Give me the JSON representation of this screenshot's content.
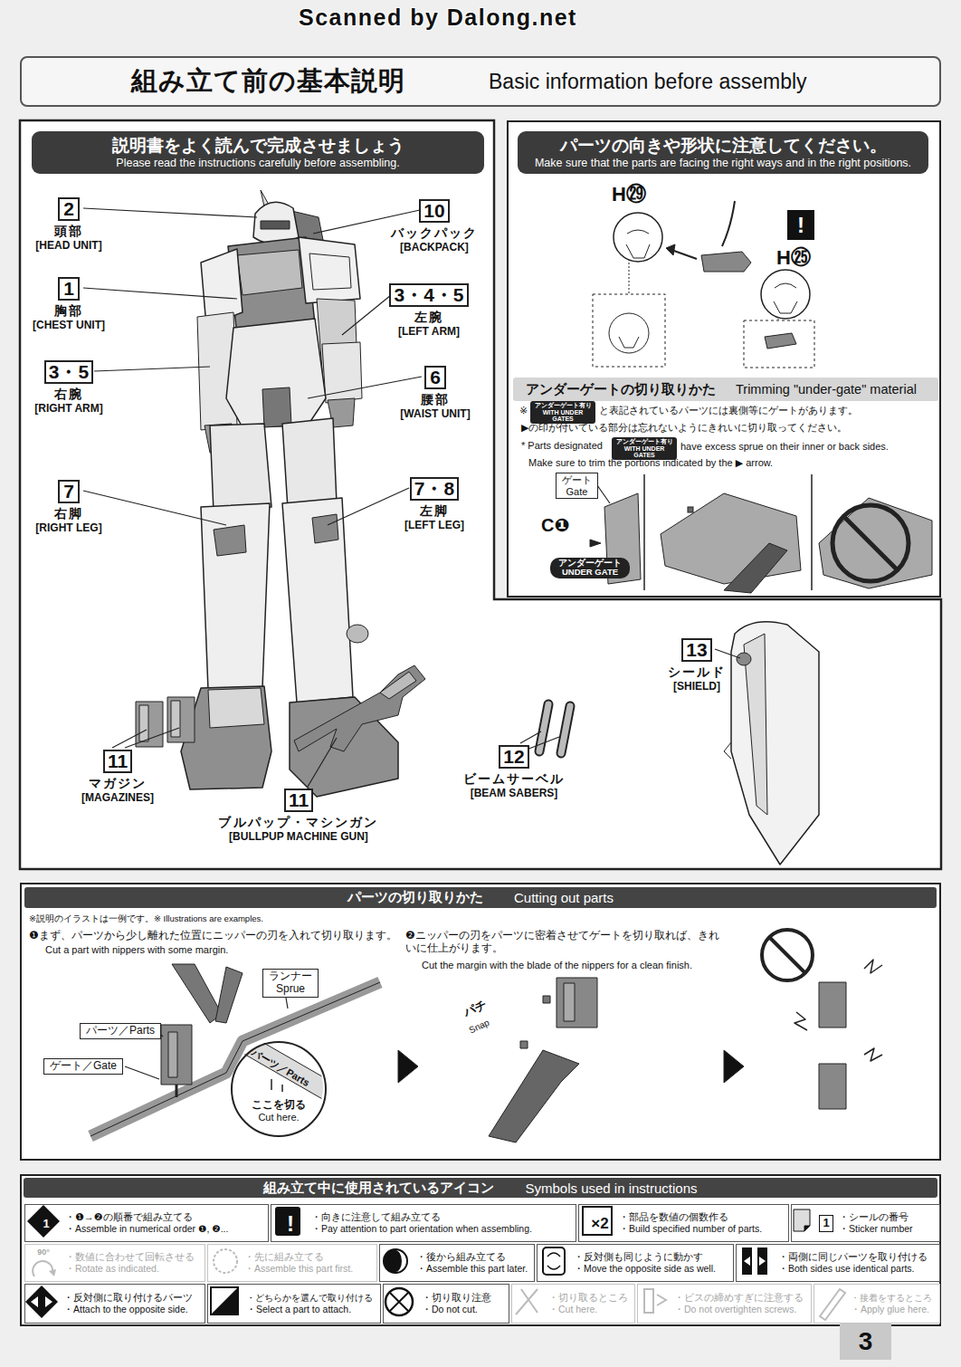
{
  "diagram": {
    "nodes": [
      {
        "text": [
          "組み立て前の基本説明",
          "Basic information before assembly"
        ]
      },
      {
        "text": [
          "説明書をよく読んで完成させましょう",
          "Please read the instructions carefully before assembling."
        ]
      },
      {
        "text": [
          "2",
          "頭部",
          "[HEAD UNIT]"
        ],
        "in": 1
      },
      {
        "text": [
          "10",
          "バックパック",
          "[BACKPACK]"
        ],
        "in": 1
      },
      {
        "text": [
          "1",
          "胸部",
          "[CHEST UNIT]"
        ],
        "in": 1
      },
      {
        "text": [
          "3・4・5",
          "左腕",
          "[LEFT ARM]"
        ],
        "in": 1
      },
      {
        "text": [
          "3・5",
          "右腕",
          "[RIGHT ARM]"
        ],
        "in": 1
      },
      {
        "text": [
          "6",
          "腰部",
          "[WAIST UNIT]"
        ],
        "in": 1
      },
      {
        "text": [
          "7",
          "右脚",
          "[RIGHT LEG]"
        ],
        "in": 1
      },
      {
        "text": [
          "7・8",
          "左脚",
          "[LEFT LEG]"
        ],
        "in": 1
      },
      {
        "text": [
          "13",
          "シールド",
          "[SHIELD]"
        ],
        "in": 1
      },
      {
        "text": [
          "11",
          "マガジン",
          "[MAGAZINES]"
        ],
        "in": 1
      },
      {
        "text": [
          "12",
          "ビームサーベル",
          "[BEAM SABERS]"
        ],
        "in": 1
      },
      {
        "text": [
          "11",
          "ブルパップ・マシンガン",
          "[BULLPUP MACHINE GUN]"
        ],
        "in": 1
      },
      {
        "text": [
          "パーツの向きや形状に注意してください。",
          "Make sure that the parts are facing the right ways and in the right positions."
        ]
      },
      {
        "text": [
          "アンダーゲートの切り取りかた",
          "Trimming \"under-gate\" material"
        ],
        "in": 14
      },
      {
        "text": [
          "ゲート",
          "Gate"
        ],
        "in": 14
      },
      {
        "text": [
          "アンダーゲート",
          "UNDER GATE"
        ],
        "in": 14
      },
      {
        "text": [
          "パーツの切り取りかた",
          "Cutting out parts"
        ]
      },
      {
        "text": [
          "ランナー",
          "Sprue"
        ],
        "in": 18
      },
      {
        "text": [
          "パーツ／Parts"
        ],
        "in": 18
      },
      {
        "text": [
          "ゲート／Gate"
        ],
        "in": 18
      },
      {
        "text": [
          "パーツ／Parts",
          "ここを切る",
          "Cut here."
        ],
        "in": 18
      },
      {
        "text": [
          "組み立て中に使用されているアイコン",
          "Symbols used in instructions"
        ]
      },
      {
        "text": [
          "1",
          "・❶→❷の順番で組み立てる",
          "・Assemble in numerical order ❶, ❷..."
        ],
        "in": 23
      },
      {
        "text": [
          "!",
          "・向きに注意して組み立てる",
          "・Pay attention to part orientation when assembling."
        ],
        "in": 23
      },
      {
        "text": [
          "×2",
          "・部品を数値の個数作る",
          "・Build specified number of parts."
        ],
        "in": 23
      },
      {
        "text": [
          "1",
          "・シールの番号",
          "・Sticker number"
        ],
        "in": 23
      },
      {
        "text": [
          "90°",
          "・数値に合わせて回転させる",
          "・Rotate as indicated."
        ],
        "in": 23
      },
      {
        "text": [
          "・先に組み立てる",
          "・Assemble this part first."
        ],
        "in": 23
      },
      {
        "text": [
          "・後から組み立てる",
          "・Assemble this part later."
        ],
        "in": 23
      },
      {
        "text": [
          "・反対側も同じように動かす",
          "・Move the opposite side as well."
        ],
        "in": 23
      },
      {
        "text": [
          "・両側に同じパーツを取り付ける",
          "・Both sides use identical parts."
        ],
        "in": 23
      },
      {
        "text": [
          "・反対側に取り付けるパーツ",
          "・Attach to the opposite side."
        ],
        "in": 23
      },
      {
        "text": [
          "・どちらかを選んで取り付ける",
          "・Select a part to attach."
        ],
        "in": 23
      },
      {
        "text": [
          "・切り取り注意",
          "・Do not cut."
        ],
        "in": 23
      },
      {
        "text": [
          "・切り取るところ",
          "・Cut here."
        ],
        "in": 23
      },
      {
        "text": [
          "・ビスの締めすぎに注意する",
          "・Do not overtighten screws."
        ],
        "in": 23
      },
      {
        "text": [
          "・接着をするところ",
          "・Apply glue here."
        ],
        "in": 23
      }
    ],
    "labels": [
      "Scanned by Dalong.net",
      "H㉙",
      "!",
      "H㉕",
      "※",
      "アンダーゲート有り WITH UNDER GATES",
      "と表記されているパーツには裏側等にゲートがあります。",
      "▶の印が付いている部分は忘れないようにきれいに切り取ってください。",
      "* Parts designated",
      "アンダーゲート有り WITH UNDER GATES",
      "have excess sprue on their inner or back sides.",
      "Make sure to trim the portions indicated by the ▶ arrow.",
      "C❶",
      "※説明のイラストは一例です。※ Illustrations are examples.",
      "❶まず、パーツから少し離れた位置にニッパーの刃を入れて切り取ります。",
      "Cut a part with nippers with some margin.",
      "❷ニッパーの刃をパーツに密着させてゲートを切り取れば、きれいに仕上がります。",
      "Cut the margin with the blade of the nippers for a clean finish.",
      "パチ",
      "Snap",
      "3"
    ]
  }
}
